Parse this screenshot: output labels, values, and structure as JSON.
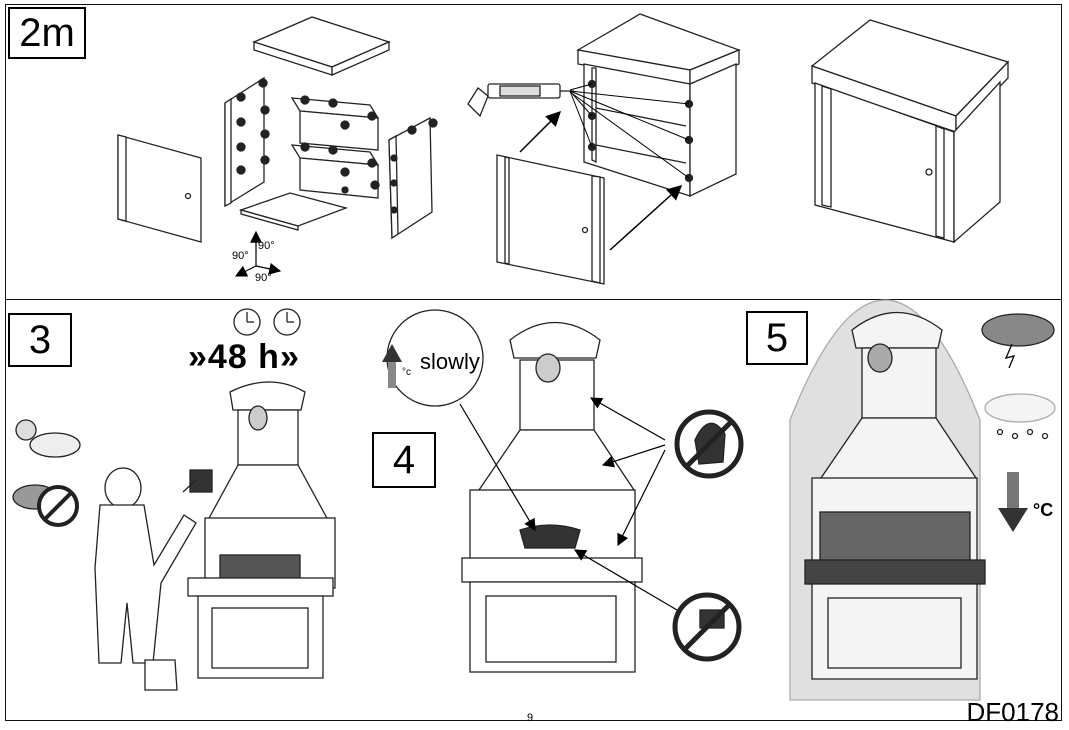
{
  "step_labels": {
    "step_2m": "2m",
    "step_3": "3",
    "step_4": "4",
    "step_5": "5"
  },
  "angles": {
    "a": "90°",
    "b": "90°",
    "c": "90°"
  },
  "duration": "»48 h»",
  "temp_label": "°c",
  "slowly": "slowly",
  "cool_label": "°C",
  "doc_code": "DF0178",
  "page_number": "9",
  "icons": [
    "clock-icon",
    "turtle-icon",
    "no-touch-icon",
    "no-lighter-fluid-icon",
    "rain-icon",
    "sun-cloud-icon",
    "storm-icon",
    "snow-icon",
    "silicone-gun-icon",
    "paint-roller-icon"
  ]
}
